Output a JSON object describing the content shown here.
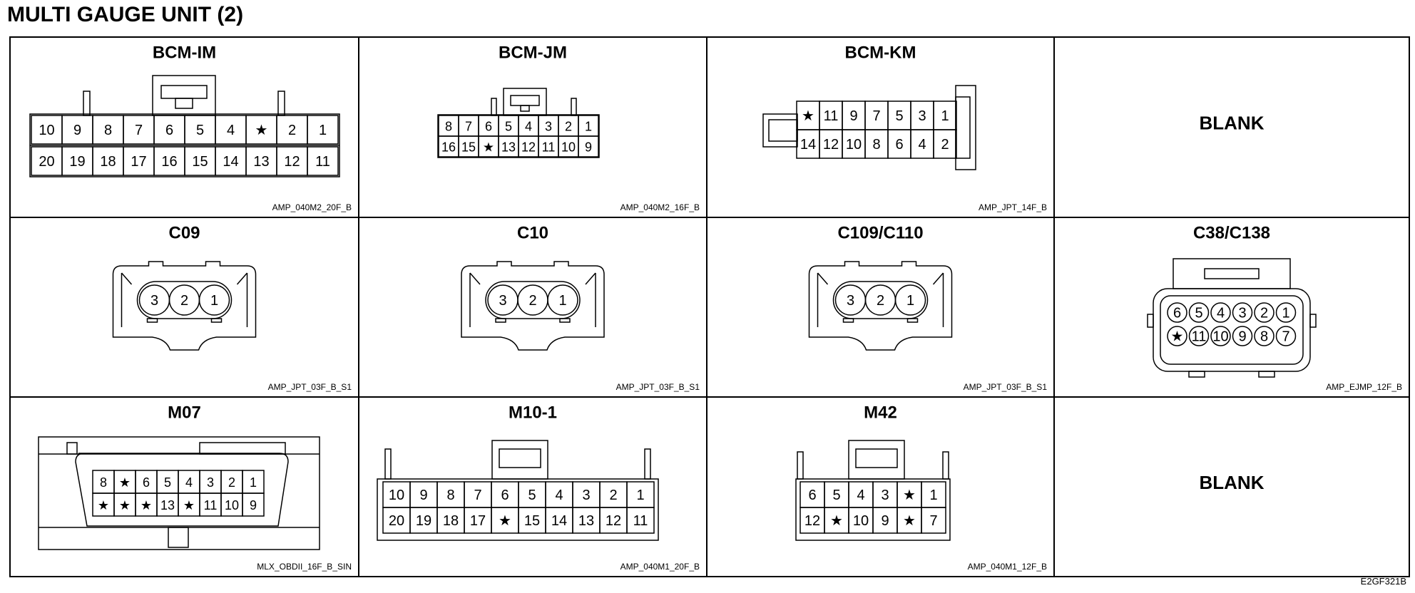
{
  "page": {
    "title": "MULTI GAUGE UNIT (2)",
    "code": "E2GF321B"
  },
  "connectors": [
    {
      "id": "bcm-im",
      "name": "BCM-IM",
      "part": "AMP_040M2_20F_B",
      "rows": [
        [
          "10",
          "9",
          "8",
          "7",
          "6",
          "5",
          "4",
          "★",
          "2",
          "1"
        ],
        [
          "20",
          "19",
          "18",
          "17",
          "16",
          "15",
          "14",
          "13",
          "12",
          "11"
        ]
      ]
    },
    {
      "id": "bcm-jm",
      "name": "BCM-JM",
      "part": "AMP_040M2_16F_B",
      "rows": [
        [
          "8",
          "7",
          "6",
          "5",
          "4",
          "3",
          "2",
          "1"
        ],
        [
          "16",
          "15",
          "★",
          "13",
          "12",
          "11",
          "10",
          "9"
        ]
      ]
    },
    {
      "id": "bcm-km",
      "name": "BCM-KM",
      "part": "AMP_JPT_14F_B",
      "rows": [
        [
          "★",
          "11",
          "9",
          "7",
          "5",
          "3",
          "1"
        ],
        [
          "14",
          "12",
          "10",
          "8",
          "6",
          "4",
          "2"
        ]
      ]
    },
    {
      "id": "blank-1",
      "name": "",
      "blank_label": "BLANK"
    },
    {
      "id": "c09",
      "name": "C09",
      "part": "AMP_JPT_03F_B_S1",
      "pins": [
        "3",
        "2",
        "1"
      ]
    },
    {
      "id": "c10",
      "name": "C10",
      "part": "AMP_JPT_03F_B_S1",
      "pins": [
        "3",
        "2",
        "1"
      ]
    },
    {
      "id": "c109-c110",
      "name": "C109/C110",
      "part": "AMP_JPT_03F_B_S1",
      "pins": [
        "3",
        "2",
        "1"
      ]
    },
    {
      "id": "c38-c138",
      "name": "C38/C138",
      "part": "AMP_EJMP_12F_B",
      "rows": [
        [
          "6",
          "5",
          "4",
          "3",
          "2",
          "1"
        ],
        [
          "★",
          "11",
          "10",
          "9",
          "8",
          "7"
        ]
      ]
    },
    {
      "id": "m07",
      "name": "M07",
      "part": "MLX_OBDII_16F_B_SIN",
      "rows": [
        [
          "8",
          "★",
          "6",
          "5",
          "4",
          "3",
          "2",
          "1"
        ],
        [
          "★",
          "★",
          "★",
          "13",
          "★",
          "11",
          "10",
          "9"
        ]
      ]
    },
    {
      "id": "m10-1",
      "name": "M10-1",
      "part": "AMP_040M1_20F_B",
      "rows": [
        [
          "10",
          "9",
          "8",
          "7",
          "6",
          "5",
          "4",
          "3",
          "2",
          "1"
        ],
        [
          "20",
          "19",
          "18",
          "17",
          "★",
          "15",
          "14",
          "13",
          "12",
          "11"
        ]
      ]
    },
    {
      "id": "m42",
      "name": "M42",
      "part": "AMP_040M1_12F_B",
      "rows": [
        [
          "6",
          "5",
          "4",
          "3",
          "★",
          "1"
        ],
        [
          "12",
          "★",
          "10",
          "9",
          "★",
          "7"
        ]
      ]
    },
    {
      "id": "blank-2",
      "name": "",
      "blank_label": "BLANK"
    }
  ]
}
